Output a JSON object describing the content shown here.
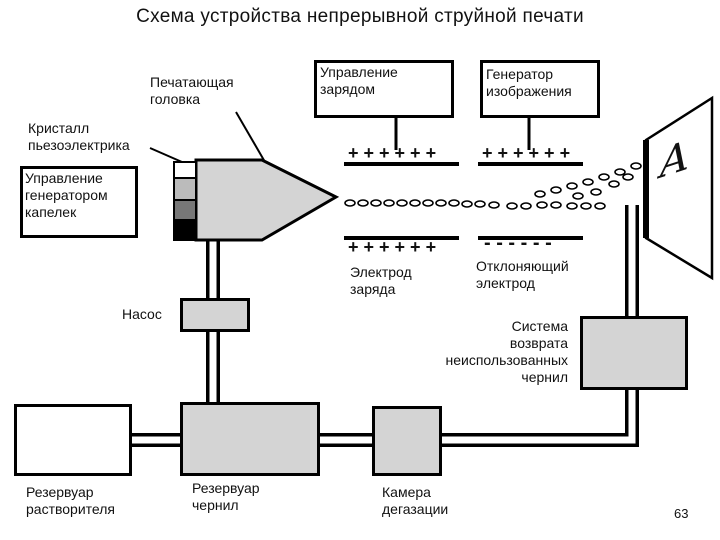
{
  "title": "Схема устройства непрерывной струйной печати",
  "labels": {
    "print_head": "Печатающая\nголовка",
    "piezo_crystal": "Кристалл\nпьезоэлектрика",
    "drop_gen_control": "Управление\nгенератором\nкапелек",
    "charge_control": "Управление\nзарядом",
    "image_generator": "Генератор\nизображения",
    "charge_electrode": "Электрод\nзаряда",
    "deflect_electrode": "Отклоняющий\nэлектрод",
    "pump": "Насос",
    "return_system": "Система\nвозврата\nнеиспользованных\nчернил",
    "solvent_reservoir": "Резервуар\nрастворителя",
    "ink_reservoir": "Резервуар\nчернил",
    "degassing_chamber": "Камера\nдегазации",
    "plus_signs_charge_top": "+ + + + + +",
    "plus_signs_deflect_top": "+ + + + + +",
    "plus_signs_charge_bottom": "+ + + + + +",
    "minus_signs_deflect_bottom": "- - - - - -",
    "printed_letter": "A"
  },
  "page_number": "63",
  "colors": {
    "fill_gray": "#d4d4d4",
    "line": "#000000"
  }
}
